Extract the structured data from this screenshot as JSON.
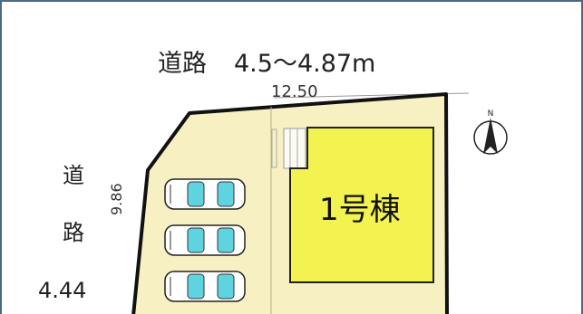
{
  "road_top": {
    "label": "道路",
    "width": "4.5～4.87m"
  },
  "dimension_top": "12.50",
  "road_left": {
    "char1": "道",
    "char2": "路",
    "width": "4.44"
  },
  "dimension_left": "9.86",
  "building": {
    "label": "1号棟"
  },
  "parking_count": 3,
  "compass": {
    "label": "N"
  },
  "colors": {
    "lot": "#f7f0c2",
    "building": "#f2f250",
    "car_glass": "#5fd3e0",
    "boundary": "#111111",
    "frame": "#4a6a86"
  }
}
